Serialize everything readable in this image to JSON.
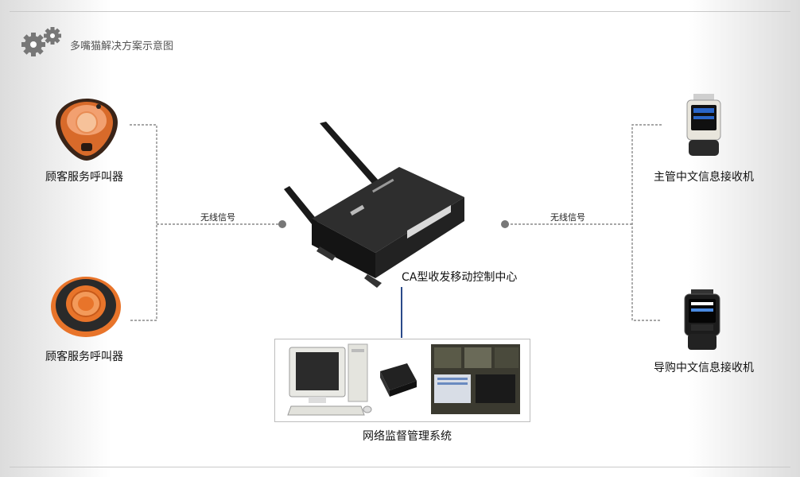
{
  "header": {
    "title": "多嘴猫解决方案示意图",
    "icon": "gear-icon"
  },
  "nodes": {
    "caller_top": "顾客服务呼叫器",
    "caller_bottom": "顾客服务呼叫器",
    "center": "CA型收发移动控制中心",
    "watch_top": "主管中文信息接收机",
    "watch_bottom": "导购中文信息接收机",
    "monitor": "网络监督管理系统"
  },
  "signals": {
    "left": "无线信号",
    "right": "无线信号"
  },
  "colors": {
    "caller_orange": "#e8742a",
    "device_body": "#1e1e1e",
    "line": "#888888",
    "vertical_line": "#2a4a8a"
  }
}
